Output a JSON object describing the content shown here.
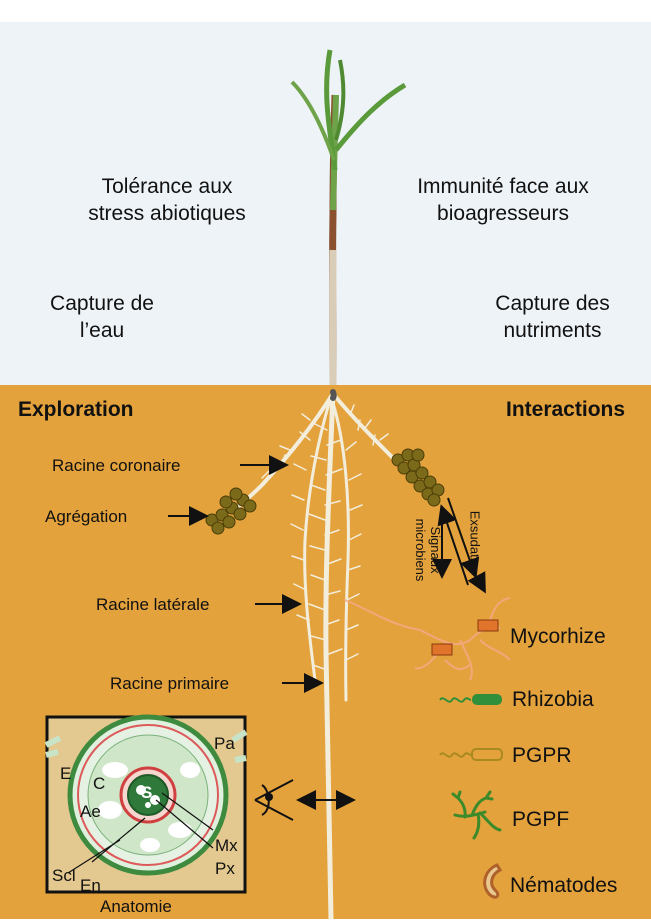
{
  "labels": {
    "stress": [
      "Tolérance aux",
      "stress abiotiques"
    ],
    "immunity": [
      "Immunité face aux",
      "bioagresseurs"
    ],
    "water": [
      "Capture de",
      "l’eau"
    ],
    "nutrients": [
      "Capture des",
      "nutriments"
    ],
    "exploration": "Exploration",
    "interactions": "Interactions",
    "crown_root": "Racine coronaire",
    "aggregation": "Agrégation",
    "lateral_root": "Racine latérale",
    "primary_root": "Racine primaire",
    "anatomy": "Anatomie",
    "signals": [
      "Signaux",
      "microbiens"
    ],
    "exudates": "Exsudats"
  },
  "legend": [
    {
      "label": "Mycorhize",
      "icon": "mycorrhiza-icon"
    },
    {
      "label": "Rhizobia",
      "icon": "rhizobia-icon"
    },
    {
      "label": "PGPR",
      "icon": "pgpr-icon"
    },
    {
      "label": "PGPF",
      "icon": "pgpf-icon"
    },
    {
      "label": "Nématodes",
      "icon": "nematode-icon"
    }
  ],
  "anatomy_tags": {
    "pa": "Pa",
    "e": "E",
    "c": "C",
    "ae": "Ae",
    "s": "S",
    "mx": "Mx",
    "px": "Px",
    "scl": "Scl",
    "en": "En"
  },
  "colors": {
    "soil": "#e3a23c",
    "sky": "#eef3f7",
    "leaf": "#5a9a3a",
    "root": "#f3eddc",
    "nodule": "#7a6a1a",
    "mycorrhiza_hyphae": "#f2a87a",
    "mycorrhiza_vesicle": "#e0742a",
    "rhizobia": "#2f8f3a",
    "pgpr": "#c8a636",
    "pgpf": "#3d8a2a",
    "nematode": "#b0602a"
  }
}
